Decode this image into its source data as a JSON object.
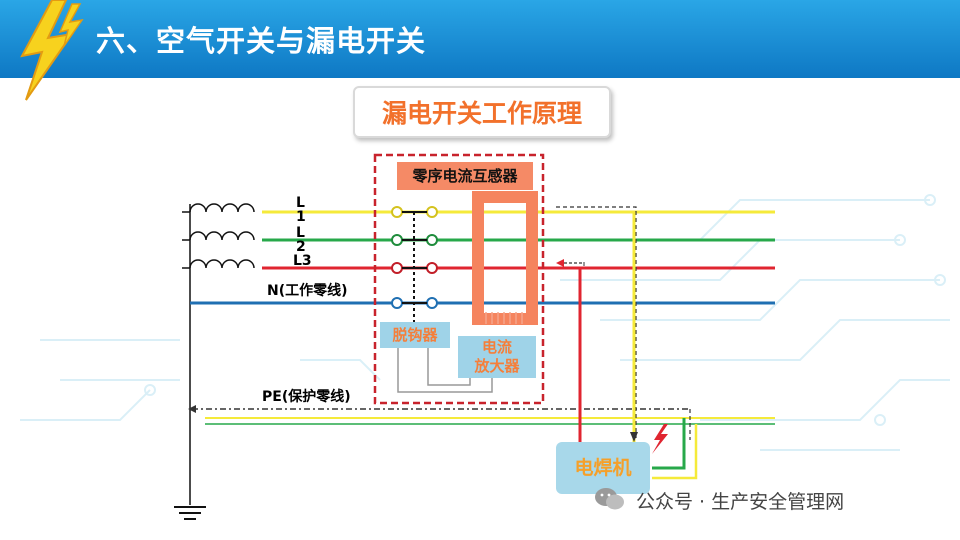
{
  "header": {
    "title": "六、空气开关与漏电开关"
  },
  "diagram": {
    "title": "漏电开关工作原理",
    "labels": {
      "l1": "L\n1",
      "l2": "L\n2",
      "l3": "L3",
      "neutral": "N(工作零线)",
      "pe": "PE(保护零线)",
      "zct": "零序电流互感器",
      "trip": "脱钩器",
      "amplifier": "电流\n放大器",
      "welder": "电焊机"
    },
    "colors": {
      "l1": "#f5ea3a",
      "l2": "#27a84a",
      "l3": "#e02530",
      "neutral": "#1f6fb2",
      "accent": "#f2712b",
      "header": "#1690d8"
    }
  },
  "watermark": {
    "text": "公众号 · 生产安全管理网"
  }
}
